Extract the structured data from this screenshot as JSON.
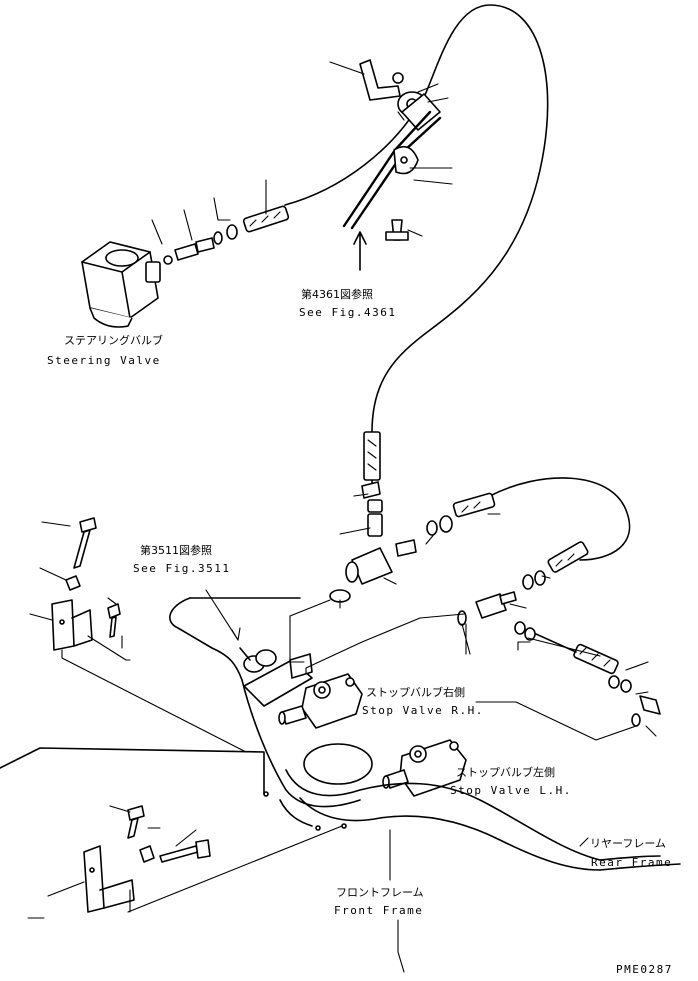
{
  "callouts": {
    "steering_valve_jp": "ステアリングバルブ",
    "steering_valve_en": "Steering Valve",
    "fig4361_jp": "第4361図参照",
    "fig4361_en": "See Fig.4361",
    "fig3511_jp": "第3511図参照",
    "fig3511_en": "See Fig.3511",
    "stop_valve_rh_jp": "ストップバルブ右側",
    "stop_valve_rh_en": "Stop Valve R.H.",
    "stop_valve_lh_jp": "ストップバルブ左側",
    "stop_valve_lh_en": "Stop Valve L.H.",
    "rear_frame_jp": "リヤーフレーム",
    "rear_frame_en": "Rear Frame",
    "front_frame_jp": "フロントフレーム",
    "front_frame_en": "Front Frame"
  },
  "drawing_code": "PME0287"
}
